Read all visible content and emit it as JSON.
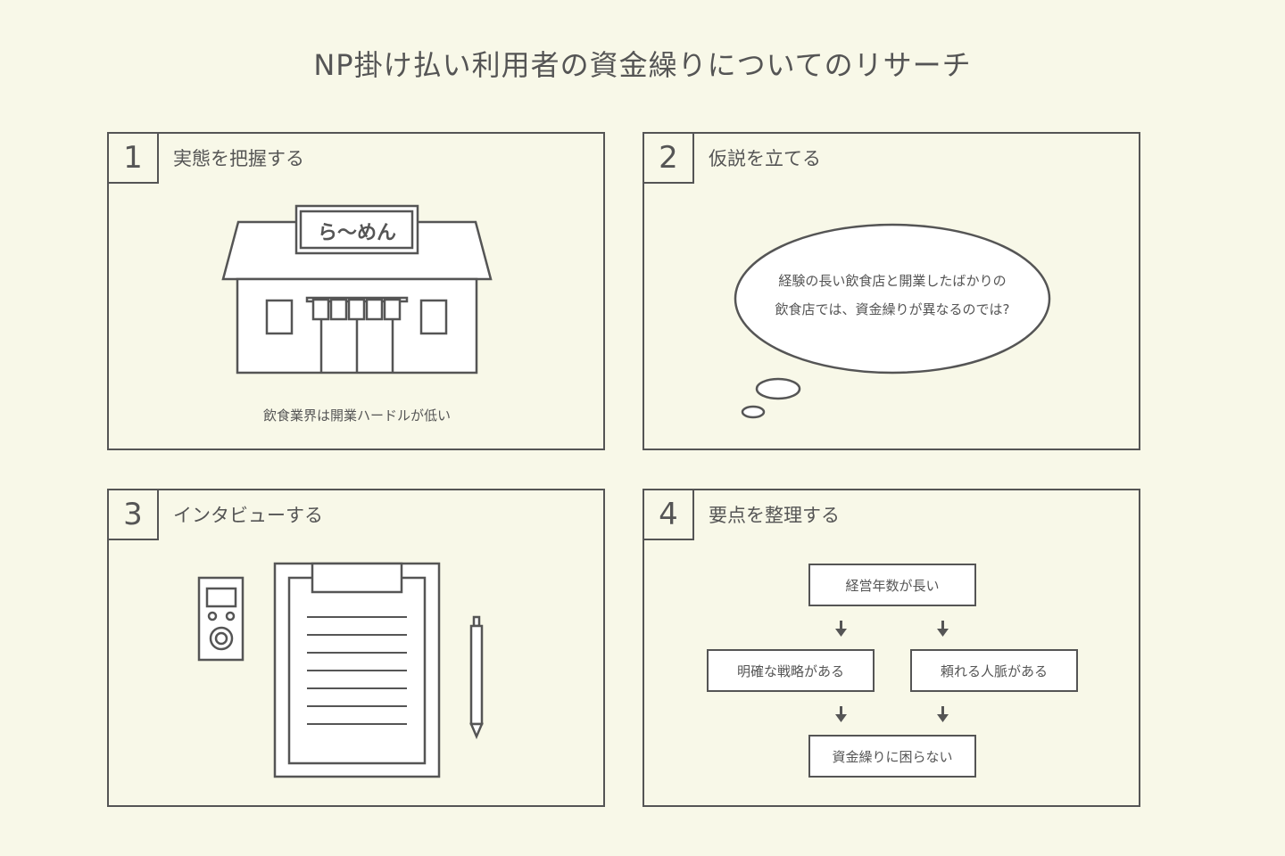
{
  "title": "NP掛け払い利用者の資金繰りについてのリサーチ",
  "colors": {
    "background": "#f8f8e8",
    "stroke": "#555555",
    "fill": "#ffffff"
  },
  "panels": [
    {
      "number": "1",
      "title": "実態を把握する",
      "sign": "ら〜めん",
      "caption": "飲食業界は開業ハードルが低い"
    },
    {
      "number": "2",
      "title": "仮説を立てる",
      "bubble_lines": [
        "経験の長い飲食店と開業したばかりの",
        "飲食店では、資金繰りが異なるのでは?"
      ]
    },
    {
      "number": "3",
      "title": "インタビューする"
    },
    {
      "number": "4",
      "title": "要点を整理する",
      "flow": {
        "top": "経営年数が長い",
        "left": "明確な戦略がある",
        "right": "頼れる人脈がある",
        "bottom": "資金繰りに困らない"
      }
    }
  ]
}
